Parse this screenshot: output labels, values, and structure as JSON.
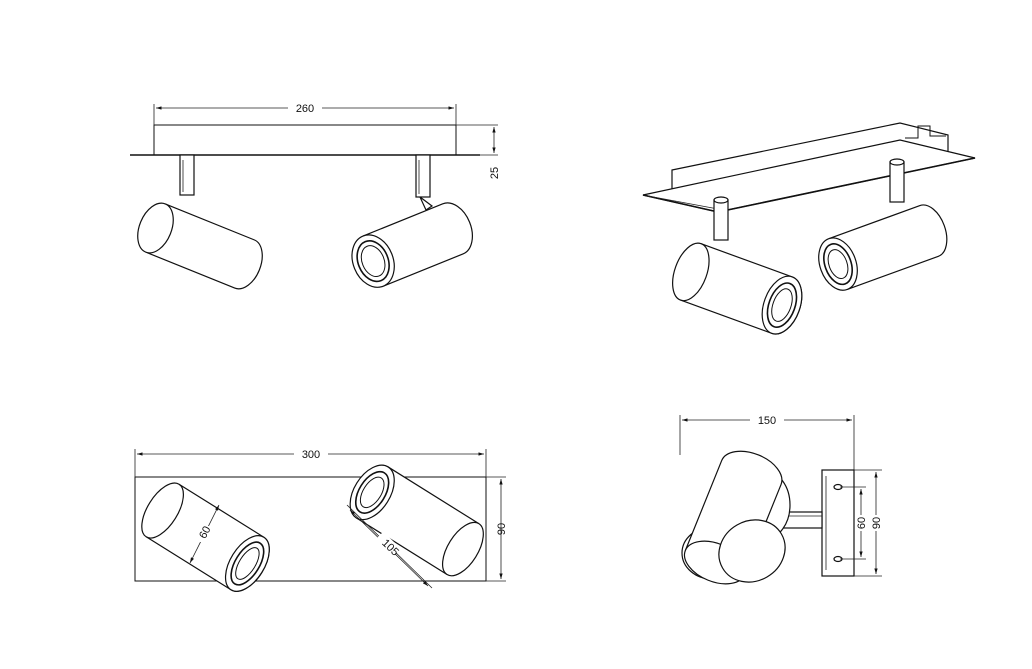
{
  "drawings": {
    "front_view": {
      "width_label": "260",
      "height_label": "25"
    },
    "top_view": {
      "length_label": "300",
      "depth_label": "90",
      "diameter_label": "60",
      "spot_length_label": "105"
    },
    "side_view": {
      "projection_label": "150",
      "mount_inner_label": "60",
      "mount_outer_label": "90"
    }
  },
  "colors": {
    "line": "#111111",
    "background": "#ffffff"
  }
}
